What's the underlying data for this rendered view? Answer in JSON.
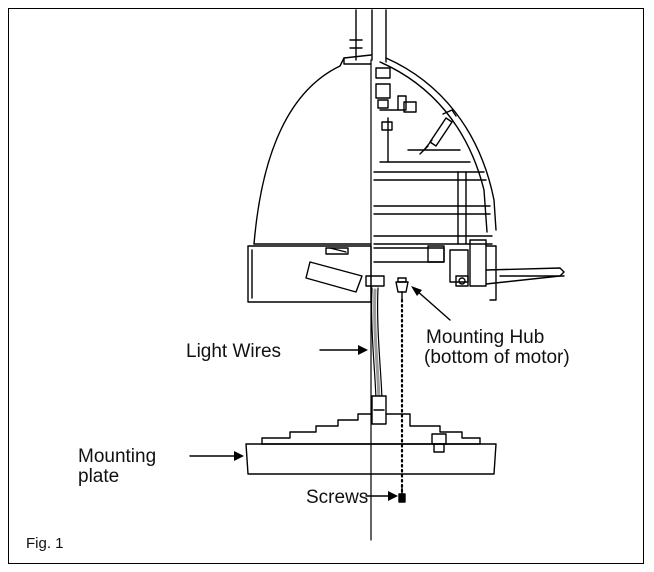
{
  "labels": {
    "light_wires": "Light Wires",
    "hub_line1": "Mounting Hub",
    "hub_line2": "(bottom of motor)",
    "plate_line1": "Mounting",
    "plate_line2": "plate",
    "screws": "Screws",
    "fig": "Fig. 1"
  },
  "colors": {
    "line": "#000000",
    "wire_gray": "#9a9a9a",
    "background": "#ffffff"
  }
}
